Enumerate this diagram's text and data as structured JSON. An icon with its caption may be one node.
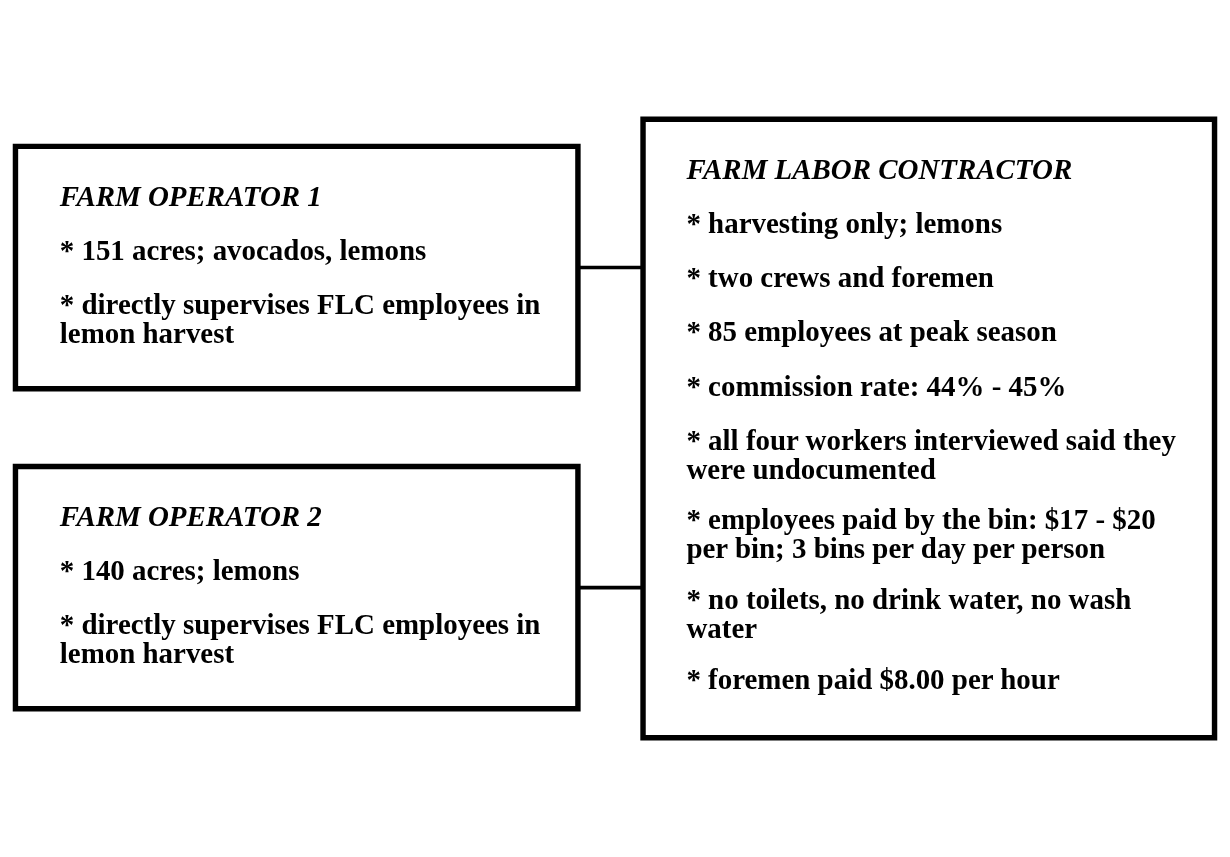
{
  "diagram": {
    "nodes": [
      {
        "text": [
          "FARM OPERATOR 1",
          "* 151 acres; avocados, lemons",
          "* directly supervises FLC employees in lemon harvest"
        ]
      },
      {
        "text": [
          "FARM LABOR CONTRACTOR",
          "* harvesting only; lemons",
          "* two crews and foremen",
          "* 85 employees at peak season",
          "* commission rate: 44% - 45%",
          "* all four workers interviewed said they were undocumented",
          "* employees paid by the bin: $17 - $20 per bin; 3 bins per day per person",
          "* no toilets, no drink water, no wash water",
          "* foremen paid $8.00 per hour"
        ]
      },
      {
        "text": [
          "FARM OPERATOR 2",
          "* 140 acres; lemons",
          "* directly supervises FLC employees in lemon harvest"
        ]
      }
    ],
    "edges": [
      {
        "from": 0,
        "to": 1,
        "arrow": "none"
      },
      {
        "from": 2,
        "to": 1,
        "arrow": "none"
      }
    ]
  }
}
